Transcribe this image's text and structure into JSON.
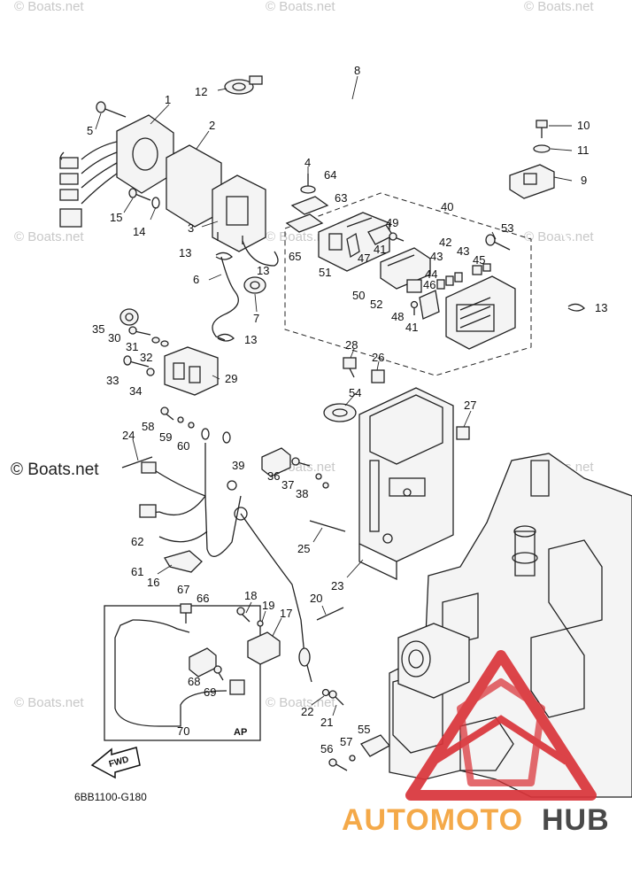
{
  "watermarks": {
    "small": "© Boats.net",
    "large": "© Boats.net"
  },
  "diagram_code": "6BB1100-G180",
  "ap_label": "AP",
  "fwd_label": "FWD",
  "logo": {
    "text_auto": "AUTOMOTO",
    "text_hub": "HUB",
    "color_orange": "#f4a23a",
    "color_dark": "#3a3a3a",
    "color_red": "#d9343a"
  },
  "callouts": {
    "n1": "1",
    "n2": "2",
    "n3": "3",
    "n4": "4",
    "n5": "5",
    "n6": "6",
    "n7": "7",
    "n8": "8",
    "n9": "9",
    "n10": "10",
    "n11": "11",
    "n12": "12",
    "n13a": "13",
    "n13b": "13",
    "n13c": "13",
    "n13d": "13",
    "n14": "14",
    "n15": "15",
    "n16": "16",
    "n17": "17",
    "n18": "18",
    "n19": "19",
    "n20": "20",
    "n21": "21",
    "n22": "22",
    "n23": "23",
    "n24": "24",
    "n25": "25",
    "n26": "26",
    "n27": "27",
    "n28": "28",
    "n29": "29",
    "n30": "30",
    "n31": "31",
    "n32": "32",
    "n33": "33",
    "n34": "34",
    "n35": "35",
    "n36": "36",
    "n37": "37",
    "n38": "38",
    "n39": "39",
    "n40": "40",
    "n41a": "41",
    "n41b": "41",
    "n42": "42",
    "n43a": "43",
    "n43b": "43",
    "n44": "44",
    "n45": "45",
    "n46": "46",
    "n47": "47",
    "n48": "48",
    "n49": "49",
    "n50": "50",
    "n51": "51",
    "n52": "52",
    "n53": "53",
    "n54": "54",
    "n55": "55",
    "n56": "56",
    "n57": "57",
    "n58": "58",
    "n59": "59",
    "n60": "60",
    "n61": "61",
    "n62": "62",
    "n63": "63",
    "n64": "64",
    "n65": "65",
    "n66": "66",
    "n67": "67",
    "n68": "68",
    "n69": "69",
    "n70": "70"
  }
}
